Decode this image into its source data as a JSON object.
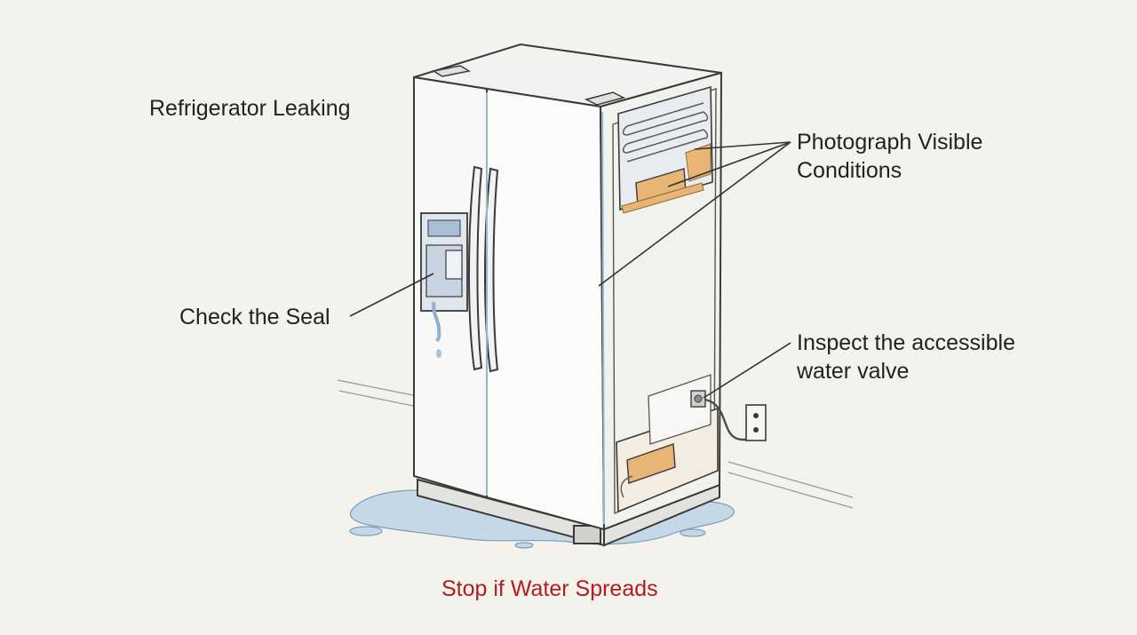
{
  "labels": {
    "title": "Refrigerator Leaking",
    "photograph_line1": "Photograph Visible",
    "photograph_line2": "Conditions",
    "seal": "Check the Seal",
    "valve_line1": "Inspect the accessible",
    "valve_line2": "water valve",
    "warning": "Stop if Water Spreads"
  },
  "colors": {
    "background": "#f4f2ec",
    "outline": "#3a3a3a",
    "fridge_body": "#f7f7f5",
    "water": "#bcd3e6",
    "accent_orange": "#e8b574",
    "warning": "#b21d1d"
  }
}
